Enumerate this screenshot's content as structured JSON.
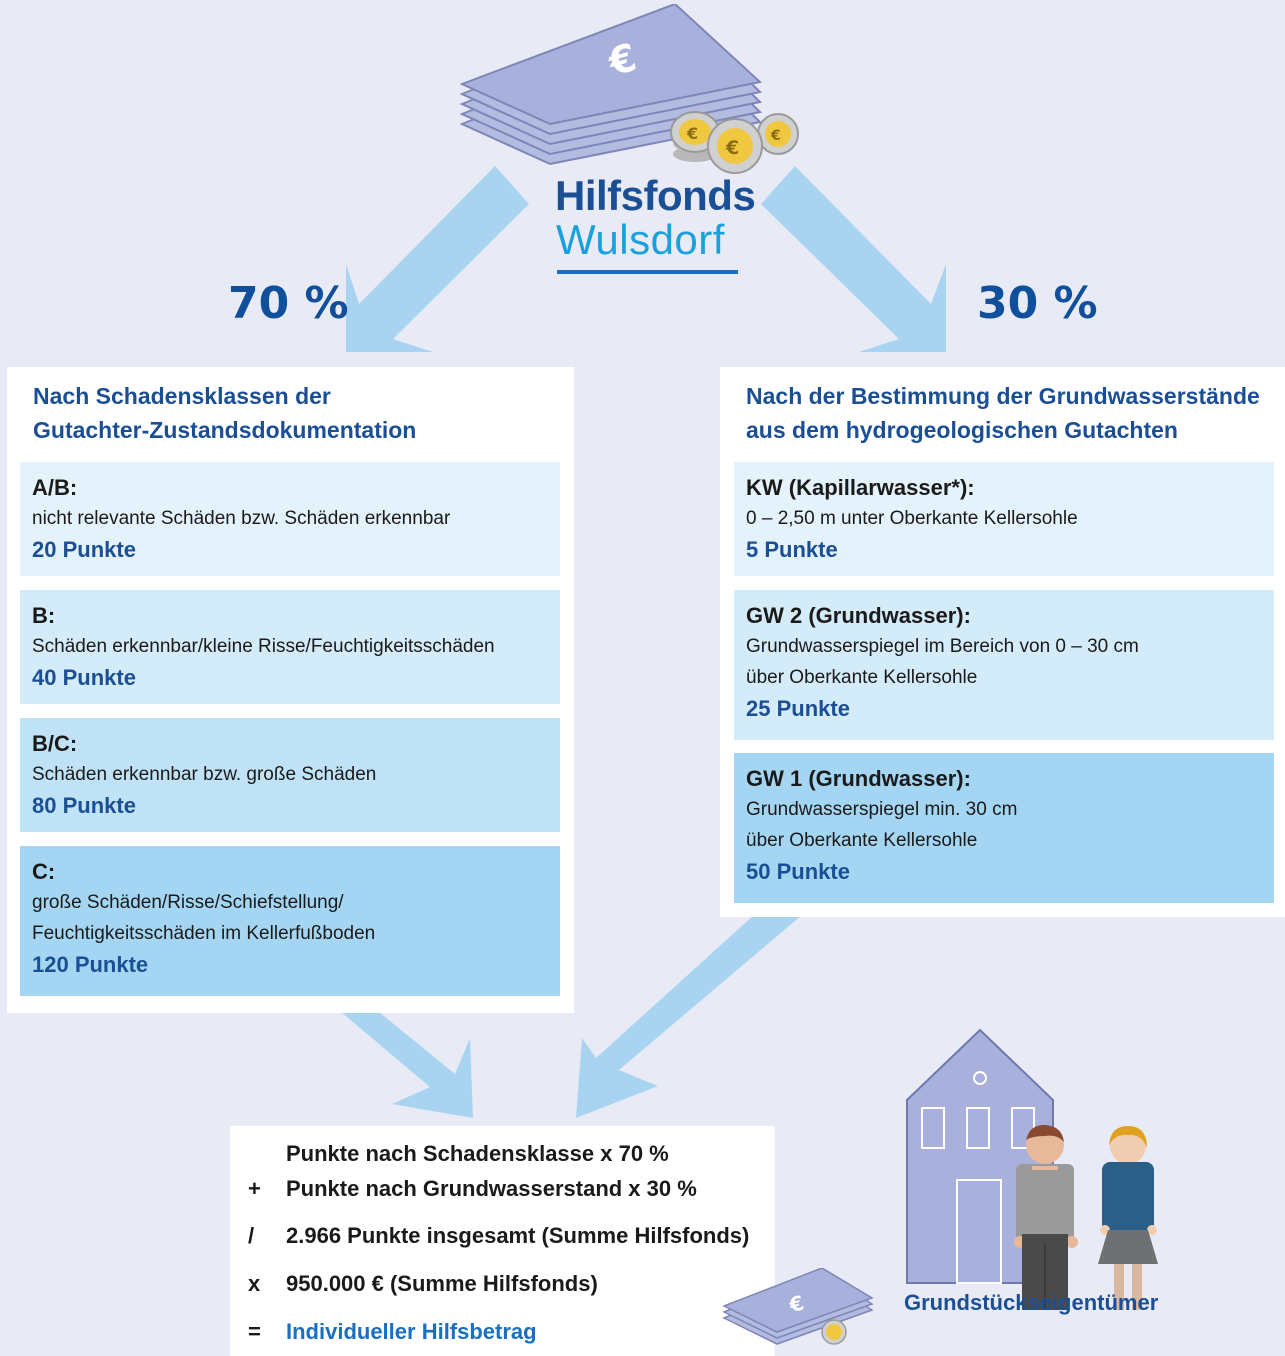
{
  "logo": {
    "line1": "Hilfsfonds",
    "line2": "Wulsdorf"
  },
  "split": {
    "left_percent": "70 %",
    "right_percent": "30 %"
  },
  "left_panel": {
    "title_line1": "Nach Schadensklassen der",
    "title_line2": "Gutachter-Zustandsdokumentation",
    "items": [
      {
        "heading": "A/B:",
        "lines": [
          "nicht relevante Schäden bzw. Schäden erkennbar"
        ],
        "points": "20 Punkte"
      },
      {
        "heading": "B:",
        "lines": [
          "Schäden erkennbar/kleine Risse/Feuchtigkeitsschäden"
        ],
        "points": "40 Punkte"
      },
      {
        "heading": "B/C:",
        "lines": [
          "Schäden erkennbar bzw. große Schäden"
        ],
        "points": "80 Punkte"
      },
      {
        "heading": "C:",
        "lines": [
          "große Schäden/Risse/Schiefstellung/",
          "Feuchtigkeitsschäden im Kellerfußboden"
        ],
        "points": "120 Punkte"
      }
    ]
  },
  "right_panel": {
    "title_line1": "Nach der Bestimmung der Grundwasserstände",
    "title_line2": "aus dem hydrogeologischen Gutachten",
    "items": [
      {
        "heading": "KW (Kapillarwasser*):",
        "lines": [
          "0 – 2,50 m unter Oberkante Kellersohle"
        ],
        "points": "5 Punkte"
      },
      {
        "heading": "GW 2 (Grundwasser):",
        "lines": [
          "Grundwasserspiegel im Bereich von 0 – 30 cm",
          "über Oberkante Kellersohle"
        ],
        "points": "25 Punkte"
      },
      {
        "heading": "GW 1 (Grundwasser):",
        "lines": [
          "Grundwasserspiegel min. 30 cm",
          "über Oberkante Kellersohle"
        ],
        "points": "50 Punkte"
      }
    ]
  },
  "formula": [
    {
      "op": "",
      "text": "Punkte nach Schadensklasse x 70 %"
    },
    {
      "op": "+",
      "text": "Punkte nach Grundwasserstand x 30 %"
    },
    {
      "op": "/",
      "text": "2.966 Punkte insgesamt (Summe Hilfsfonds)"
    },
    {
      "op": "x",
      "text": "950.000 € (Summe Hilfsfonds)"
    },
    {
      "op": "=",
      "text": "Individueller Hilfsbetrag"
    }
  ],
  "owner_label": "Grundstückseigentümer",
  "icons": [
    "money-stack-icon",
    "coin-icon",
    "house-icon",
    "man-icon",
    "woman-icon"
  ],
  "colors": {
    "primary_blue": "#1b4f95",
    "arrow": "#a9d4f1",
    "background": "#e8ebf5",
    "result_blue": "#1b6fc2"
  }
}
